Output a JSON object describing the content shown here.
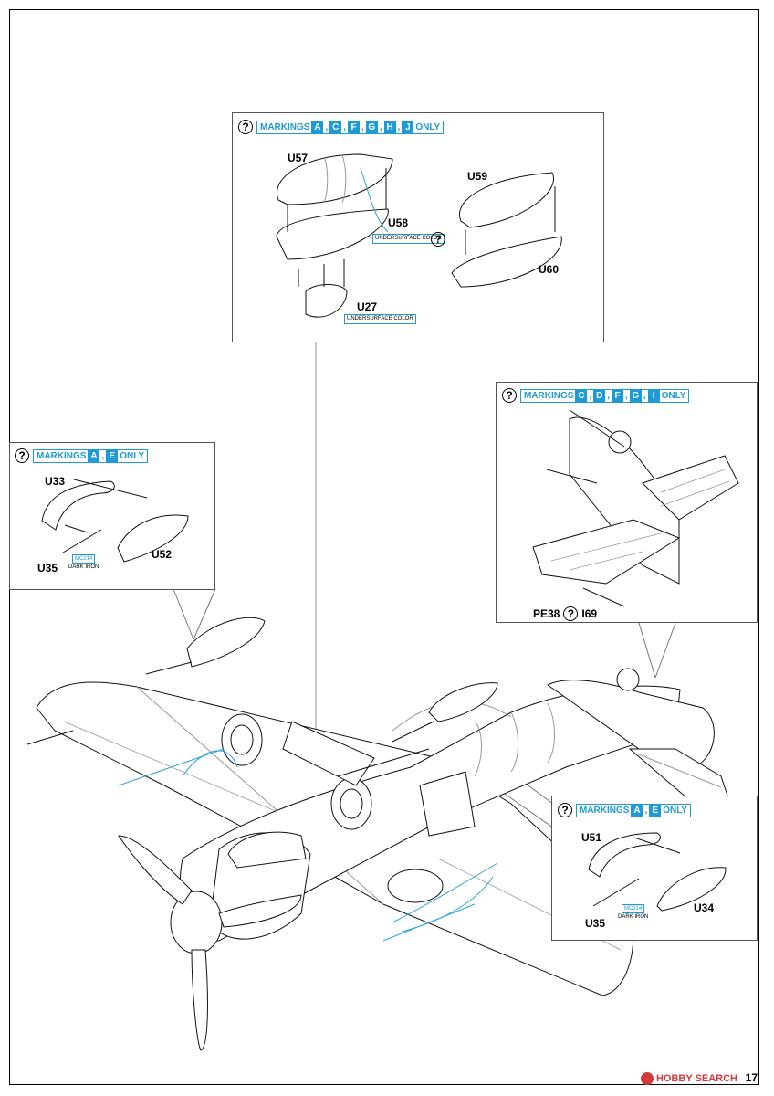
{
  "page": {
    "number": "17"
  },
  "watermark": {
    "text": "HOBBY SEARCH"
  },
  "callouts": {
    "top": {
      "prefix": "MARKINGS",
      "letters": [
        "A",
        "C",
        "F",
        "G",
        "H",
        "J"
      ],
      "suffix": "ONLY",
      "parts": {
        "u57": "U57",
        "u58": "U58",
        "u59": "U59",
        "u60": "U60",
        "u27": "U27"
      },
      "color_notes": {
        "u58": "UNDERSURFACE COLOR",
        "u27": "UNDERSURFACE COLOR"
      }
    },
    "right": {
      "prefix": "MARKINGS",
      "letters": [
        "C",
        "D",
        "F",
        "G",
        "I"
      ],
      "suffix": "ONLY",
      "parts": {
        "pe38": "PE38",
        "i69": "I69"
      }
    },
    "left": {
      "prefix": "MARKINGS",
      "letters": [
        "A",
        "E"
      ],
      "suffix": "ONLY",
      "parts": {
        "u33": "U33",
        "u52": "U52",
        "u35": "U35"
      },
      "paint": {
        "code": "MC214",
        "name": "DARK IRON"
      }
    },
    "bottom_right": {
      "prefix": "MARKINGS",
      "letters": [
        "A",
        "E"
      ],
      "suffix": "ONLY",
      "parts": {
        "u51": "U51",
        "u34": "U34",
        "u35": "U35"
      },
      "paint": {
        "code": "MC214",
        "name": "DARK IRON"
      }
    }
  },
  "colors": {
    "accent": "#1e9ad6",
    "ink": "#000000",
    "watermark": "#d23a3a"
  }
}
